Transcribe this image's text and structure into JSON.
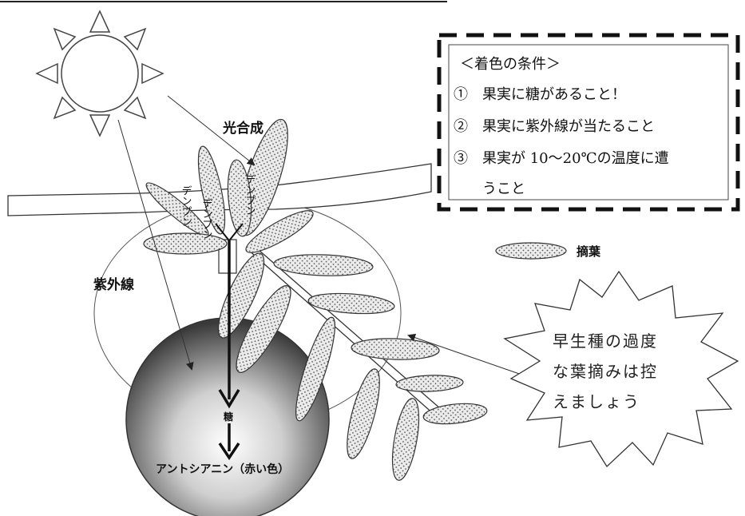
{
  "labels": {
    "photosynthesis": "光合成",
    "uv": "紫外線",
    "starch": "デンプン",
    "sugar": "糖",
    "anthocyanin": "アントシアニン（赤い色）",
    "defoliation": "摘葉"
  },
  "conditions": {
    "title": "＜着色の条件＞",
    "items": [
      "①　果実に糖があること！",
      "②　果実に紫外線が当たること",
      "③　果実が 10～20℃の温度に遭",
      "　　うこと"
    ]
  },
  "callout": {
    "lines": [
      "早生種の過度",
      "な葉摘みは控",
      "えましょう"
    ]
  },
  "colors": {
    "line": "#222222",
    "fruit_dark": "#3a3a3a",
    "fruit_light": "#ffffff",
    "leaf_fill": "#e8e8e8",
    "leaf_dot": "#555555"
  }
}
